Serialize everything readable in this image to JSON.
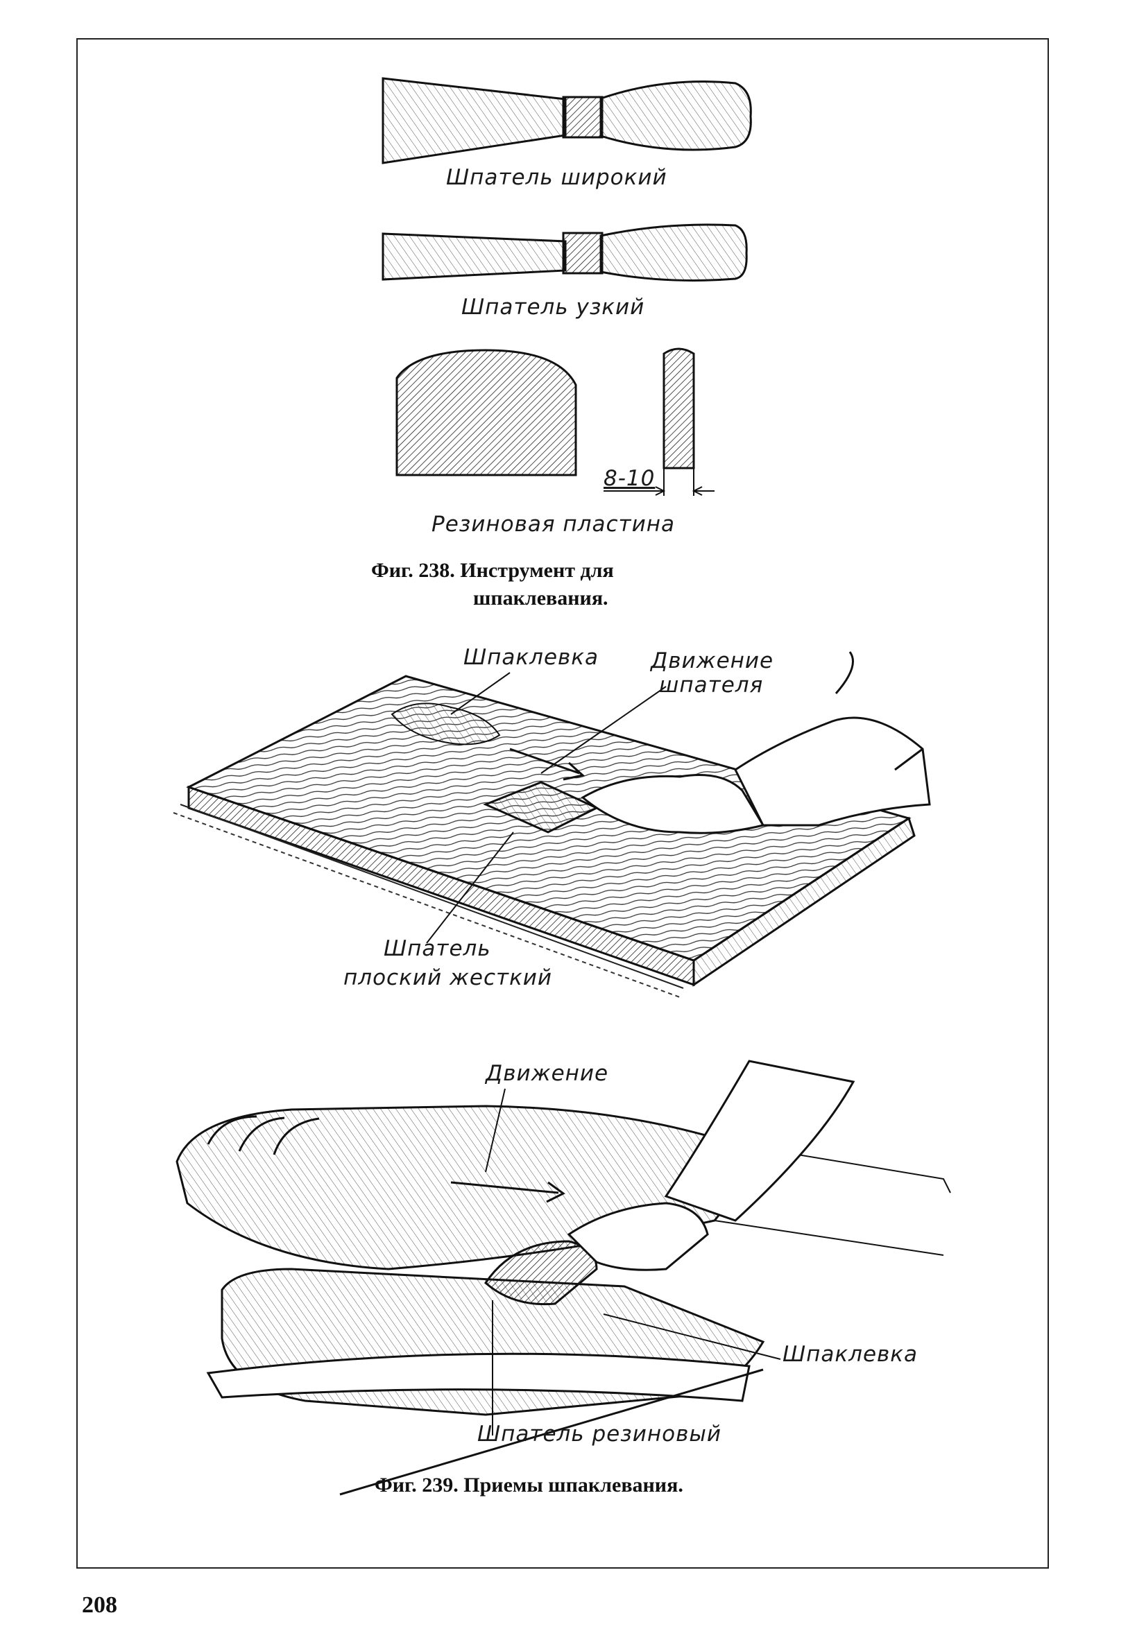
{
  "fig238": {
    "label_wide": "Шпатель широкий",
    "label_narrow": "Шпатель узкий",
    "label_rubber": "Резиновая пластина",
    "dimension": "8-10",
    "caption_line1": "Фиг.   238.   Инструмент     для",
    "caption_line2": "шпаклевания."
  },
  "fig239_top": {
    "label_putty": "Шпаклевка",
    "label_motion_1": "Движение",
    "label_motion_2": "шпателя",
    "label_spatula_1": "Шпатель",
    "label_spatula_2": "плоский жесткий"
  },
  "fig239_bottom": {
    "label_motion": "Движение",
    "label_putty": "Шпаклевка",
    "label_spatula": "Шпатель резиновый"
  },
  "fig239_caption": "Фиг. 239. Приемы шпаклевания.",
  "page_number": "208"
}
